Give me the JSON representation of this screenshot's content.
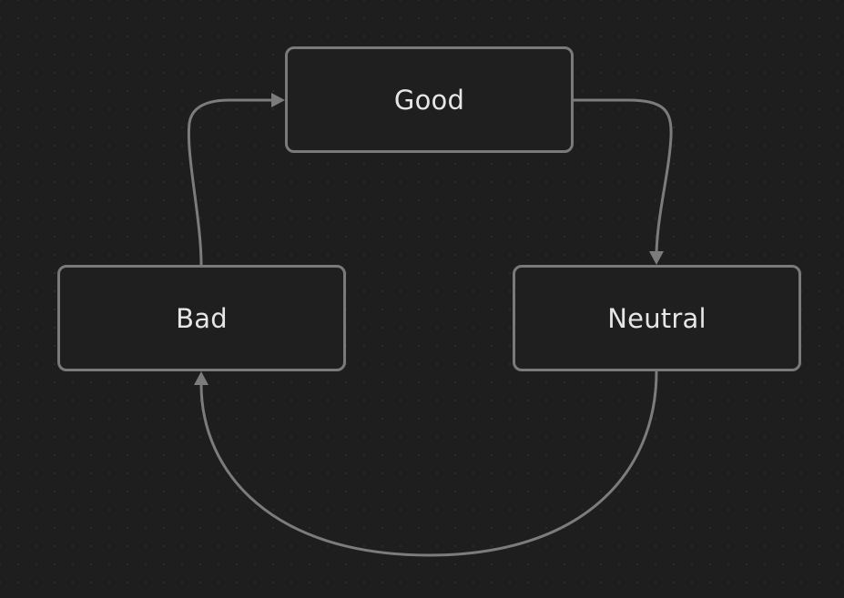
{
  "colors": {
    "background": "#1e1e1e",
    "node_border": "#7a7a7a",
    "edge": "#7c7c7c",
    "text": "#e6e6e6"
  },
  "nodes": {
    "good": {
      "label": "Good"
    },
    "bad": {
      "label": "Bad"
    },
    "neutral": {
      "label": "Neutral"
    }
  },
  "edges": [
    {
      "from": "Bad",
      "to": "Good"
    },
    {
      "from": "Good",
      "to": "Neutral"
    },
    {
      "from": "Neutral",
      "to": "Bad"
    }
  ]
}
